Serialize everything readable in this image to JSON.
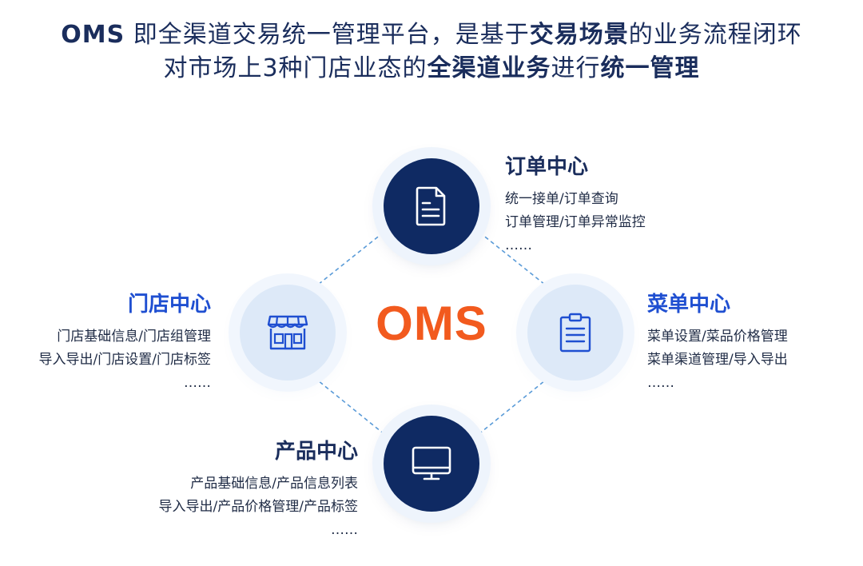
{
  "headline": {
    "line1": {
      "brand": "OMS",
      "part1": " 即全渠道交易统一管理平台，是基于",
      "emph1": "交易场景",
      "part2": "的业务流程闭环"
    },
    "line2": {
      "part1": "对市场上3种门店业态的",
      "emph1": "全渠道业务",
      "part2": "进行",
      "emph2": "统一管理"
    }
  },
  "center_label": "OMS",
  "nodes": {
    "order": {
      "icon": "document-icon",
      "title": "订单中心",
      "lines": [
        "统一接单/订单查询",
        "订单管理/订单异常监控",
        "……"
      ]
    },
    "store": {
      "icon": "storefront-icon",
      "title": "门店中心",
      "lines": [
        "门店基础信息/门店组管理",
        "导入导出/门店设置/门店标签",
        "……"
      ]
    },
    "menu": {
      "icon": "clipboard-icon",
      "title": "菜单中心",
      "lines": [
        "菜单设置/菜品价格管理",
        "菜单渠道管理/导入导出",
        "……"
      ]
    },
    "product": {
      "icon": "monitor-icon",
      "title": "产品中心",
      "lines": [
        "产品基础信息/产品信息列表",
        "导入导出/产品价格管理/产品标签",
        "……"
      ]
    }
  },
  "colors": {
    "navy": "#0f2a63",
    "accent_orange": "#f25a1e",
    "accent_blue": "#1f4fd1",
    "light_node": "#dde9f8",
    "connector": "#5a9bd8"
  }
}
